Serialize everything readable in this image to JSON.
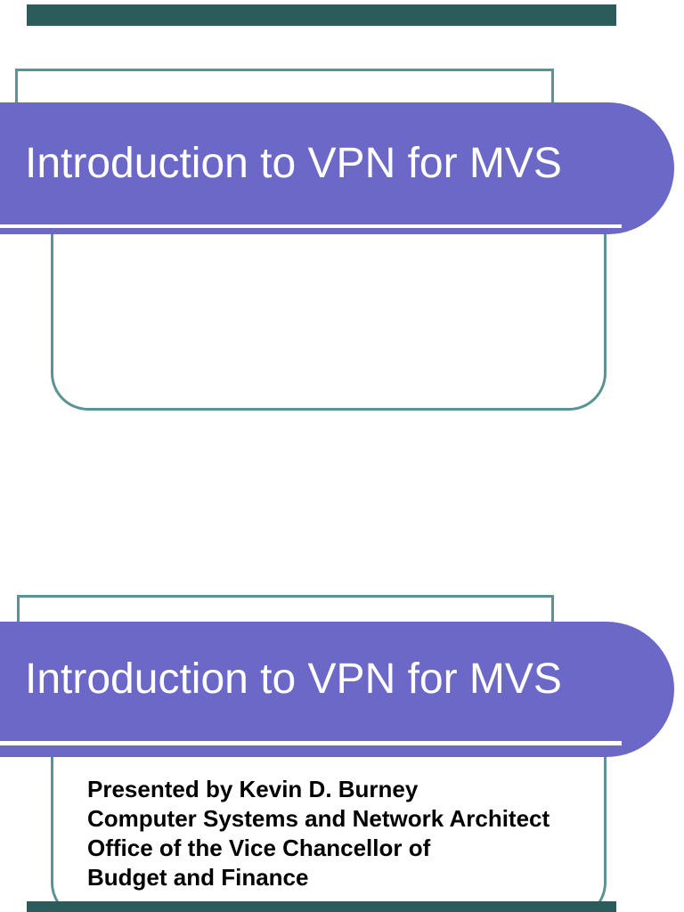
{
  "viewer": {
    "top_bar_color": "#2B5B5B",
    "bottom_bar_color": "#2B5B5B"
  },
  "theme": {
    "banner_color": "#6B68C8",
    "frame_border_color": "#5B9394",
    "accent_line_color": "#FFFFFF",
    "title_color": "#FFFFFF",
    "body_text_color": "#000000"
  },
  "slides": [
    {
      "title": "Introduction to VPN for MVS",
      "body_lines": []
    },
    {
      "title": "Introduction to VPN for MVS",
      "body_lines": [
        "Presented by Kevin D. Burney",
        "Computer Systems and Network Architect",
        "Office of the Vice Chancellor of",
        "Budget and Finance"
      ]
    }
  ]
}
